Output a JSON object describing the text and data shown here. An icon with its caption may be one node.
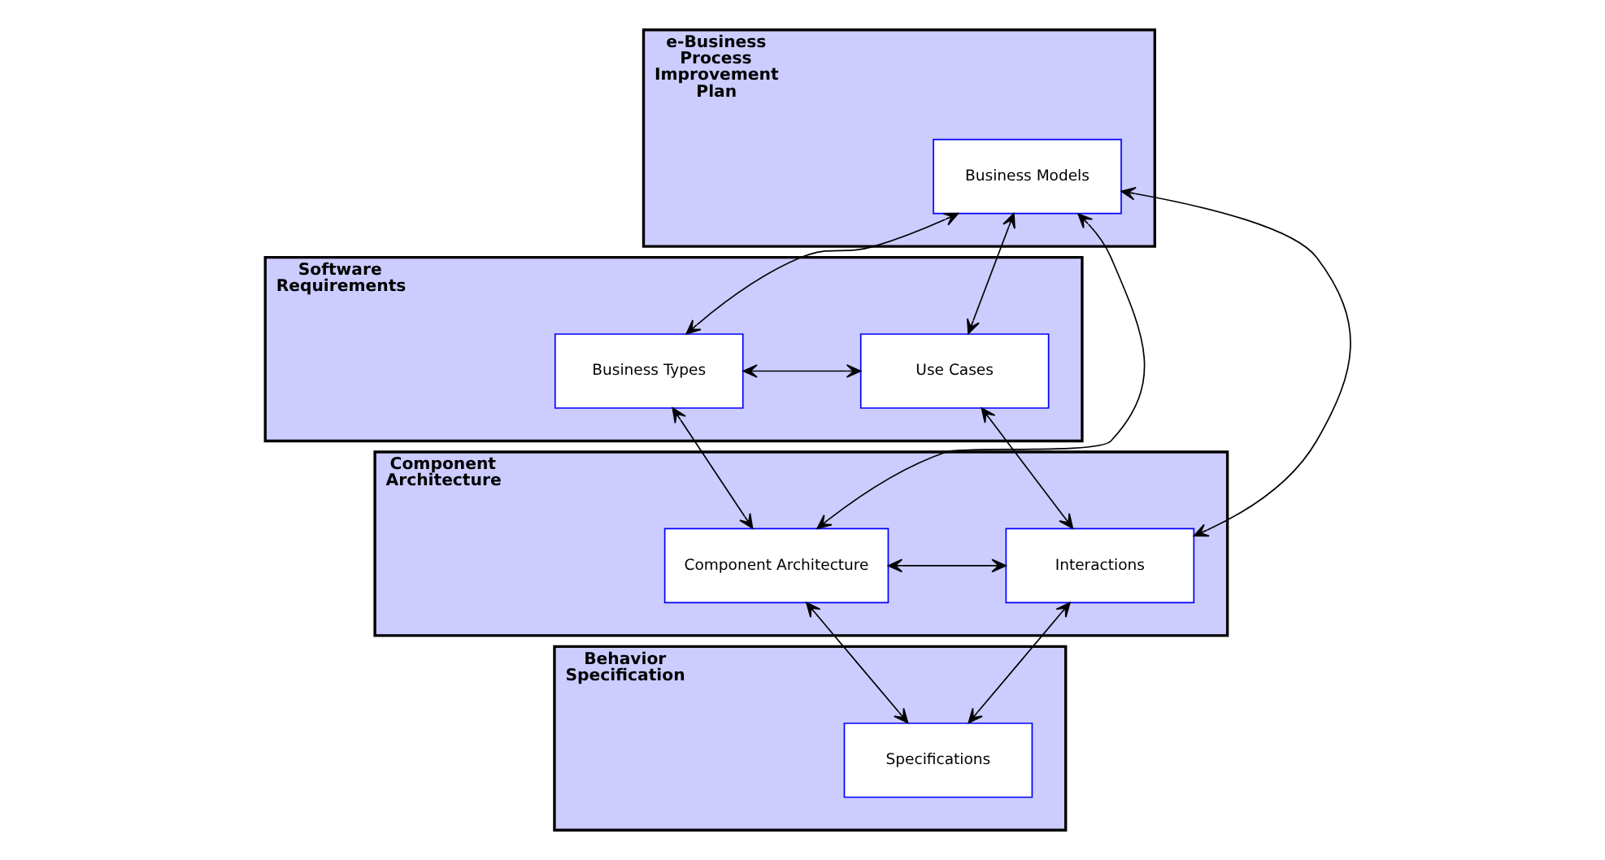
{
  "diagram": {
    "nodes": [
      {
        "text": [
          "e-Business Process Improvement Plan"
        ]
      },
      {
        "text": [
          "Business Models"
        ],
        "in": 0
      },
      {
        "text": [
          "Software Requirements"
        ]
      },
      {
        "text": [
          "Business Types"
        ],
        "in": 2
      },
      {
        "text": [
          "Use Cases"
        ],
        "in": 2
      },
      {
        "text": [
          "Component Architecture"
        ]
      },
      {
        "text": [
          "Component Architecture"
        ],
        "in": 5
      },
      {
        "text": [
          "Interactions"
        ],
        "in": 5
      },
      {
        "text": [
          "Behavior Specification"
        ]
      },
      {
        "text": [
          "Specifications"
        ],
        "in": 8
      }
    ],
    "edges": [
      {
        "from": 1,
        "to": 3,
        "arrow": "both"
      },
      {
        "from": 1,
        "to": 4,
        "arrow": "both"
      },
      {
        "from": 1,
        "to": 6,
        "arrow": "both"
      },
      {
        "from": 1,
        "to": 7,
        "arrow": "both"
      },
      {
        "from": 3,
        "to": 4,
        "arrow": "both"
      },
      {
        "from": 3,
        "to": 6,
        "arrow": "both"
      },
      {
        "from": 4,
        "to": 7,
        "arrow": "both"
      },
      {
        "from": 6,
        "to": 7,
        "arrow": "both"
      },
      {
        "from": 6,
        "to": 9,
        "arrow": "both"
      },
      {
        "from": 7,
        "to": 9,
        "arrow": "both"
      }
    ]
  }
}
